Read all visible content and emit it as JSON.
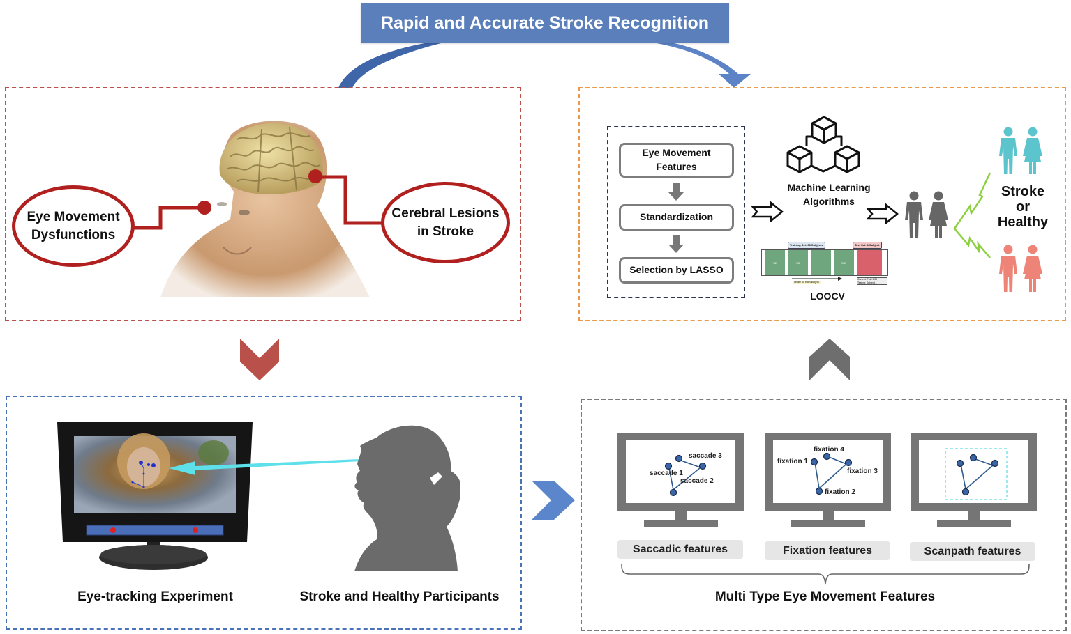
{
  "title": "Rapid and Accurate Stroke Recognition",
  "colors": {
    "banner": "#5a7fba",
    "panel_red": "#b9504a",
    "panel_orange": "#e89a4d",
    "panel_blue": "#4a72b8",
    "panel_gray": "#7a7a7a",
    "lesion_red": "#b0201e",
    "healthy_teal": "#5bc4cc",
    "stroke_salmon": "#ee8478",
    "people_gray": "#666666",
    "lightning_green": "#8cd040",
    "gaze_cyan": "#5ee0ea"
  },
  "panel_pathology": {
    "left_label_line1": "Eye Movement",
    "left_label_line2": "Dysfunctions",
    "right_label_line1": "Cerebral Lesions",
    "right_label_line2": "in Stroke",
    "image": "head-with-brain-illustration"
  },
  "panel_experiment": {
    "left_caption": "Eye-tracking Experiment",
    "right_caption": "Stroke and Healthy Participants",
    "image_monitor": "eye-tracker-monitor",
    "image_person": "participant-silhouette"
  },
  "panel_features": {
    "monitors": [
      {
        "label": "Saccadic features",
        "annotations": [
          "saccade 1",
          "saccade 2",
          "saccade 3"
        ]
      },
      {
        "label": "Fixation features",
        "annotations": [
          "fixation 1",
          "fixation 2",
          "fixation 3",
          "fixation 4"
        ]
      },
      {
        "label": "Scanpath features",
        "annotations": []
      }
    ],
    "group_caption": "Multi Type Eye Movement Features"
  },
  "panel_classification": {
    "pipeline": [
      "Eye Movement Features",
      "Standardization",
      "Selection by LASSO"
    ],
    "pipeline_step1_line1": "Eye Movement",
    "pipeline_step1_line2": "Features",
    "ml_label_line1": "Machine Learning",
    "ml_label_line2": "Algorithms",
    "loocv": {
      "caption": "LOOCV",
      "training_label": "Training Set: 38 Subjects",
      "test_label": "Test Set: 1 Subject",
      "folds": [
        "S2",
        "S3",
        "...",
        "S39"
      ],
      "iterate_label": "Iterate for each subject",
      "current_label_line1": "Current: Fold 1/39",
      "current_label_line2": "Testing: Subject 1"
    },
    "outcome_line1": "Stroke",
    "outcome_line2": "or",
    "outcome_line3": "Healthy"
  }
}
